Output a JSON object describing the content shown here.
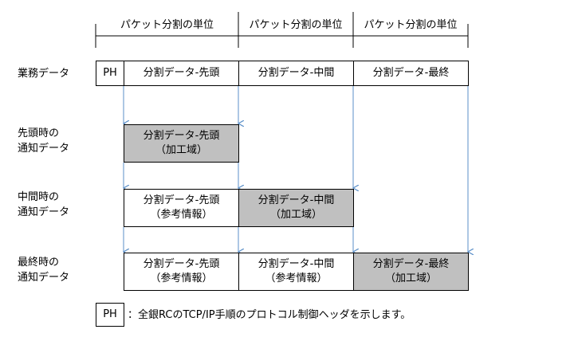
{
  "header": {
    "segments": [
      "パケット分割の単位",
      "パケット分割の単位",
      "パケット分割の単位"
    ]
  },
  "rows": {
    "business": {
      "label": "業務データ",
      "ph": "PH",
      "cells": [
        "分割データ-先頭",
        "分割データ-中間",
        "分割データ-最終"
      ]
    },
    "first": {
      "label": [
        "先頭時の",
        "通知データ"
      ],
      "cells": [
        {
          "line1": "分割データ-先頭",
          "line2": "（加工域）"
        }
      ]
    },
    "middle": {
      "label": [
        "中間時の",
        "通知データ"
      ],
      "cells": [
        {
          "line1": "分割データ-先頭",
          "line2": "（参考情報）"
        },
        {
          "line1": "分割データ-中間",
          "line2": "（加工域）"
        }
      ]
    },
    "last": {
      "label": [
        "最終時の",
        "通知データ"
      ],
      "cells": [
        {
          "line1": "分割データ-先頭",
          "line2": "（参考情報）"
        },
        {
          "line1": "分割データ-中間",
          "line2": "（参考情報）"
        },
        {
          "line1": "分割データ-最終",
          "line2": "（加工域）"
        }
      ]
    }
  },
  "legend": {
    "ph": "PH",
    "text": "：全銀RCのTCP/IP手順のプロトコル制御ヘッダを示します。"
  },
  "colors": {
    "processed_fill": "#c0c0c0",
    "arrow": "#5b8fc8"
  }
}
